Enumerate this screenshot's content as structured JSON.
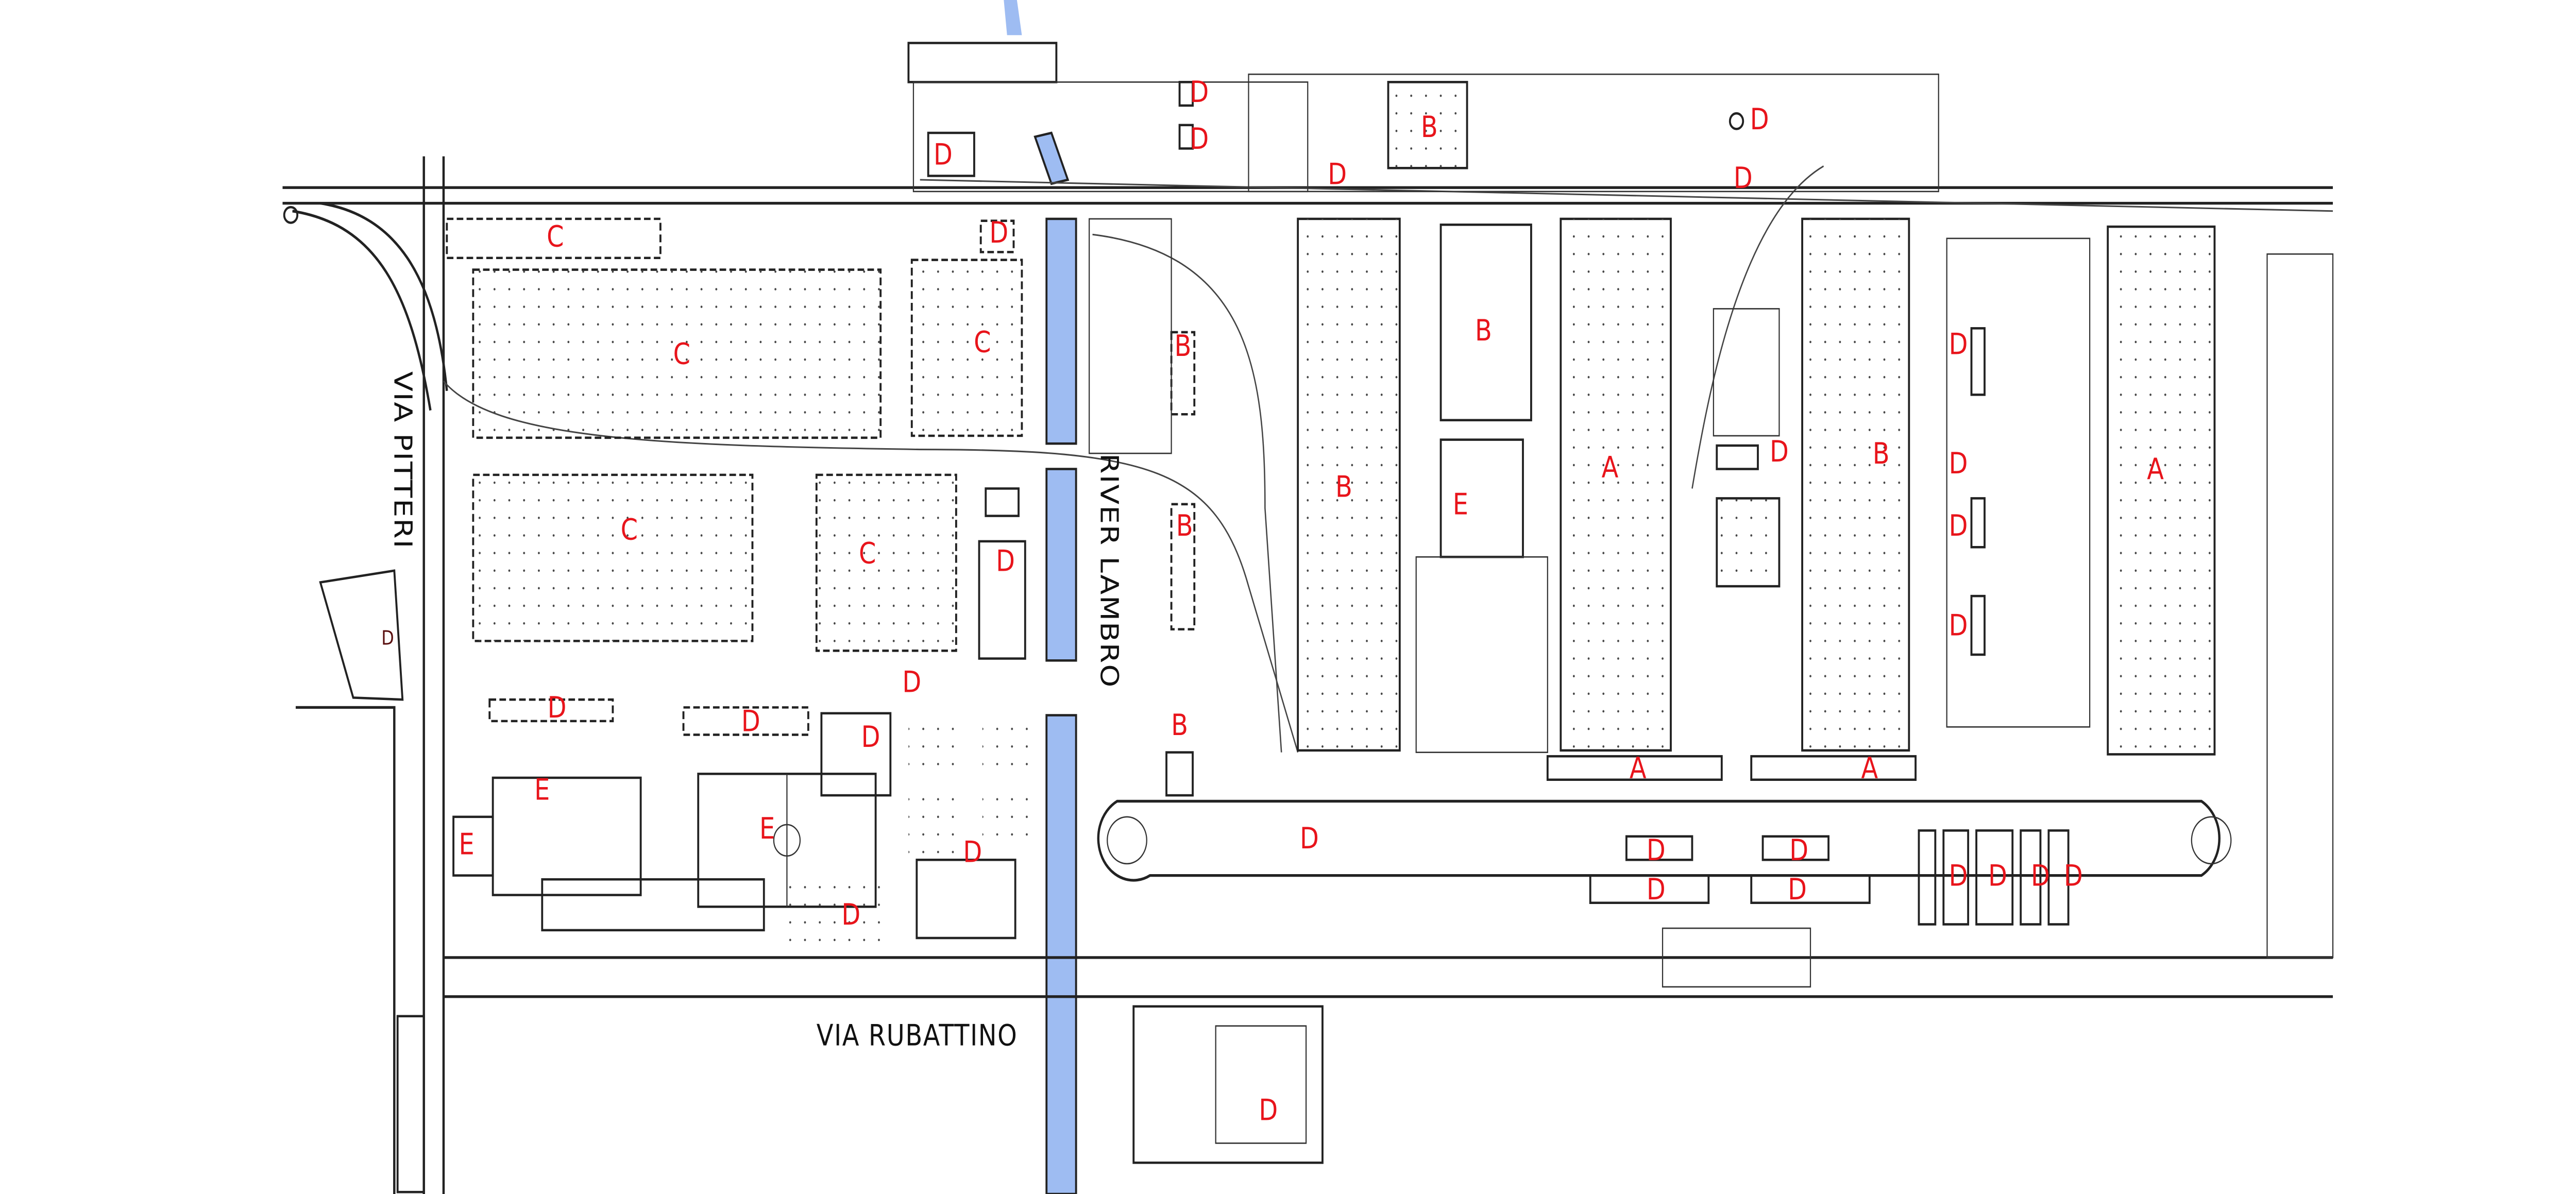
{
  "map": {
    "streets": {
      "via_pitteri": "VIA PITTERI",
      "river_lambro": "RIVER LAMBRO",
      "via_rubattino": "VIA RUBATTINO"
    },
    "colors": {
      "label": "#e8141b",
      "river": "#9ebcf2",
      "linework": "#222222"
    },
    "zone_labels": [
      "C",
      "C",
      "C",
      "C",
      "C",
      "D",
      "D",
      "D",
      "D",
      "D",
      "B",
      "D",
      "D",
      "B",
      "B",
      "D",
      "D",
      "D",
      "D",
      "D",
      "B",
      "D",
      "D",
      "E",
      "E",
      "E",
      "D",
      "B",
      "B",
      "E",
      "A",
      "D",
      "B",
      "D",
      "D",
      "D",
      "D",
      "A",
      "A",
      "A",
      "D",
      "D",
      "D",
      "D",
      "D",
      "D",
      "D",
      "D",
      "D",
      "D"
    ]
  }
}
